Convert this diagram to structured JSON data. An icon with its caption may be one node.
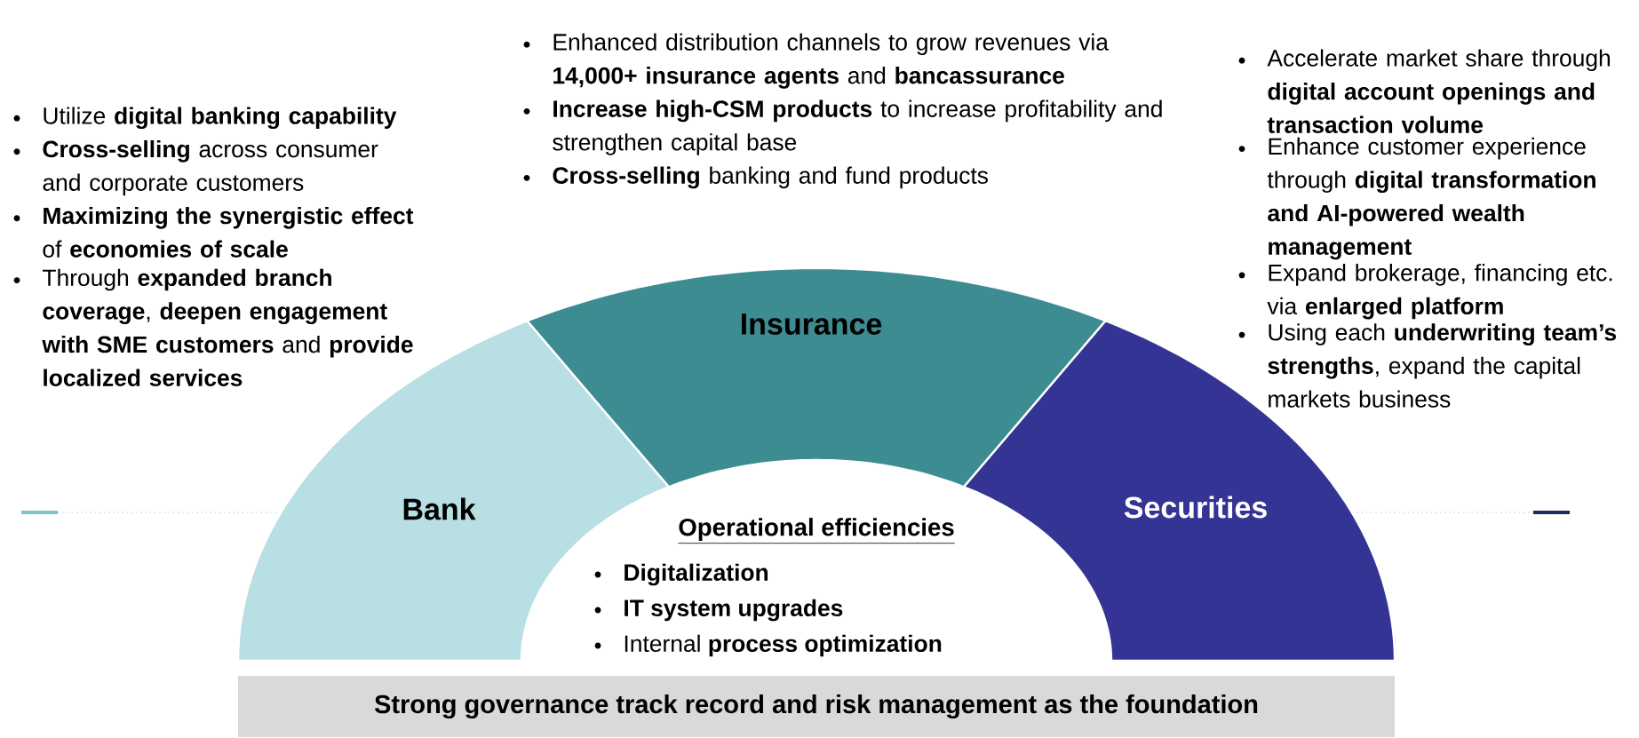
{
  "diagram": {
    "nodes": [
      {
        "text": [
          "Bank"
        ]
      },
      {
        "text": [
          "Insurance"
        ]
      },
      {
        "text": [
          "Securities"
        ]
      },
      {
        "text": [
          "Strong governance track record and risk management as the foundation"
        ]
      }
    ],
    "labels": [
      "Utilize **digital banking capability**",
      "**Cross-selling** across consumer and corporate customers",
      "**Maximizing the synergistic effect** of **economies of scale**",
      "Through **expanded branch coverage**, **deepen engagement with SME customers** and **provide localized services**",
      "Enhanced distribution channels to grow revenues via **14,000+ insurance agents** and **bancassurance**",
      "**Increase high-CSM products** to increase profitability and strengthen capital base",
      "**Cross-selling** banking and fund products",
      "Accelerate market share through **digital account openings and transaction volume**",
      "Enhance customer experience through **digital transformation and AI-powered wealth management**",
      "Expand brokerage, financing etc. via **enlarged platform**",
      "Using each **underwriting team’s strengths**, expand the capital markets business",
      "Operational efficiencies",
      "Digitalization",
      "IT system upgrades",
      "Internal **process optimization**"
    ]
  }
}
